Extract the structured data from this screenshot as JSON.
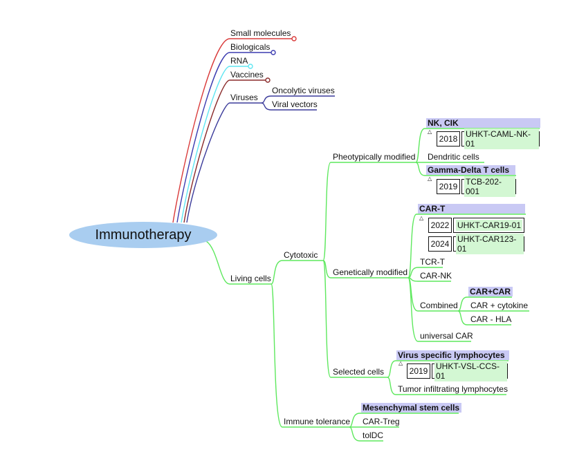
{
  "root": {
    "label": "Immunotherapy"
  },
  "colors": {
    "small_molecules": "#d93a3a",
    "biologicals": "#3b3bb0",
    "rna": "#5ee6f2",
    "vaccines": "#8a2a2a",
    "viruses": "#3a3a9a",
    "living": "#5de85d",
    "highlight": "#c9c9f4",
    "code_bg": "#d3f7d3",
    "root_fill": "#a9cdf0"
  },
  "top_branches": [
    {
      "label": "Small molecules"
    },
    {
      "label": "Biologicals"
    },
    {
      "label": "RNA"
    },
    {
      "label": "Vaccines"
    },
    {
      "label": "Viruses",
      "children": [
        {
          "label": "Oncolytic viruses"
        },
        {
          "label": "Viral vectors"
        }
      ]
    }
  ],
  "living": {
    "label": "Living cells",
    "cytotoxic": {
      "label": "Cytotoxic",
      "pheno": {
        "label": "Pheotypically modified",
        "nk": {
          "label": "NK, CIK",
          "trials": [
            {
              "year": "2018",
              "code": "UHKT-CAML-NK-01"
            }
          ]
        },
        "dendritic": {
          "label": "Dendritic cells"
        },
        "gd": {
          "label": "Gamma-Delta T cells",
          "trials": [
            {
              "year": "2019",
              "code": "TCB-202-001"
            }
          ]
        }
      },
      "genetic": {
        "label": "Genetically modified",
        "cart": {
          "label": "CAR-T",
          "trials": [
            {
              "year": "2022",
              "code": "UHKT-CAR19-01"
            },
            {
              "year": "2024",
              "code": "UHKT-CAR123-01"
            }
          ]
        },
        "tcrt": {
          "label": "TCR-T"
        },
        "carnk": {
          "label": "CAR-NK"
        },
        "combined": {
          "label": "Combined",
          "children": [
            {
              "label": "CAR+CAR"
            },
            {
              "label": "CAR + cytokine"
            },
            {
              "label": "CAR - HLA"
            }
          ]
        },
        "universal": {
          "label": "universal CAR"
        }
      },
      "selected": {
        "label": "Selected cells",
        "vsl": {
          "label": "Virus specific lymphocytes",
          "trials": [
            {
              "year": "2019",
              "code": "UHKT-VSL-CCS-01"
            }
          ]
        },
        "til": {
          "label": "Tumor infiltrating lymphocytes"
        }
      }
    },
    "tolerance": {
      "label": "Immune tolerance",
      "children": [
        {
          "label": "Mesenchymal stem cells"
        },
        {
          "label": "CAR-Treg"
        },
        {
          "label": "tolDC"
        }
      ]
    }
  }
}
